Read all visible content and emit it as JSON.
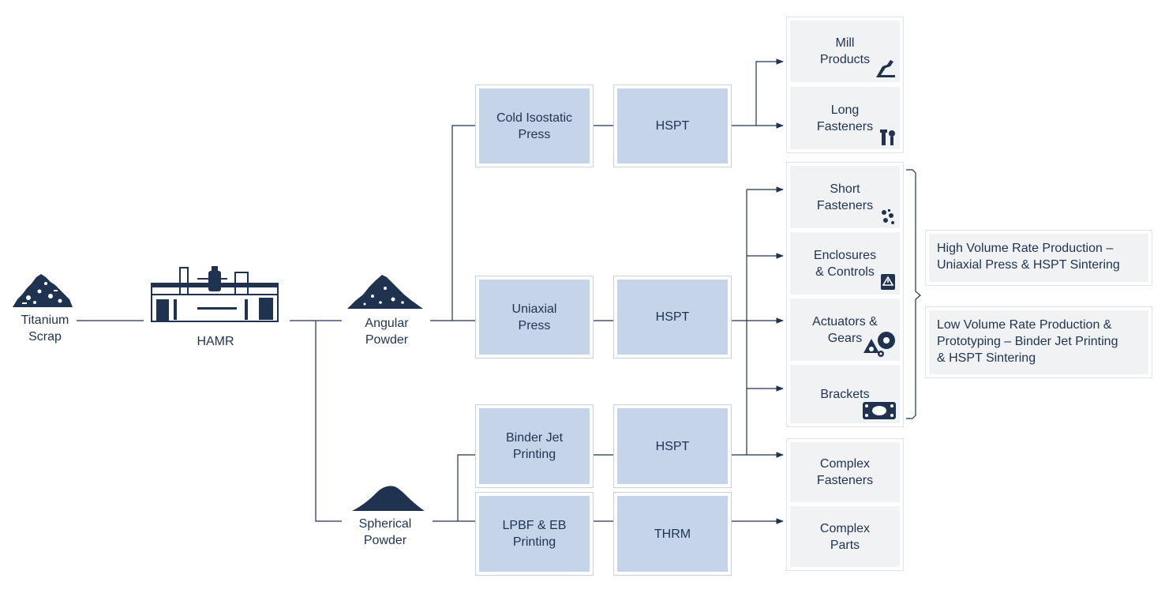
{
  "colors": {
    "line": "#1f3350",
    "process_fill": "#c6d4ea",
    "product_fill": "#f1f2f4",
    "icon": "#1f3350"
  },
  "inputs": {
    "scrap": {
      "label": "Titanium\nScrap",
      "icon": "scrap-pile-icon"
    },
    "hamr": {
      "label": "HAMR",
      "icon": "factory-icon"
    },
    "angular": {
      "label": "Angular\nPowder",
      "icon": "angular-powder-icon"
    },
    "spherical": {
      "label": "Spherical\nPowder",
      "icon": "spherical-powder-icon"
    }
  },
  "processes": {
    "cold_isostatic": "Cold Isostatic\nPress",
    "uniaxial": "Uniaxial\nPress",
    "binder_jet": "Binder Jet\nPrinting",
    "lpbf": "LPBF & EB\nPrinting",
    "hspt1": "HSPT",
    "hspt2": "HSPT",
    "hspt3": "HSPT",
    "thrm": "THRM"
  },
  "products": {
    "mill": {
      "label": "Mill\nProducts",
      "icon": "hand-tool-icon"
    },
    "long_fasteners": {
      "label": "Long\nFasteners",
      "icon": "bolts-icon"
    },
    "short_fasteners": {
      "label": "Short\nFasteners",
      "icon": "screws-icon"
    },
    "enclosures": {
      "label": "Enclosures\n& Controls",
      "icon": "warning-panel-icon"
    },
    "actuators": {
      "label": "Actuators &\nGears",
      "icon": "gears-icon"
    },
    "brackets": {
      "label": "Brackets",
      "icon": "bracket-icon"
    },
    "complex_fasteners": {
      "label": "Complex\nFasteners"
    },
    "complex_parts": {
      "label": "Complex\nParts"
    }
  },
  "notes": {
    "high_volume": "High Volume Rate Production –\nUniaxial Press & HSPT Sintering",
    "low_volume": "Low Volume Rate Production &\nPrototyping – Binder Jet Printing\n& HSPT Sintering"
  }
}
